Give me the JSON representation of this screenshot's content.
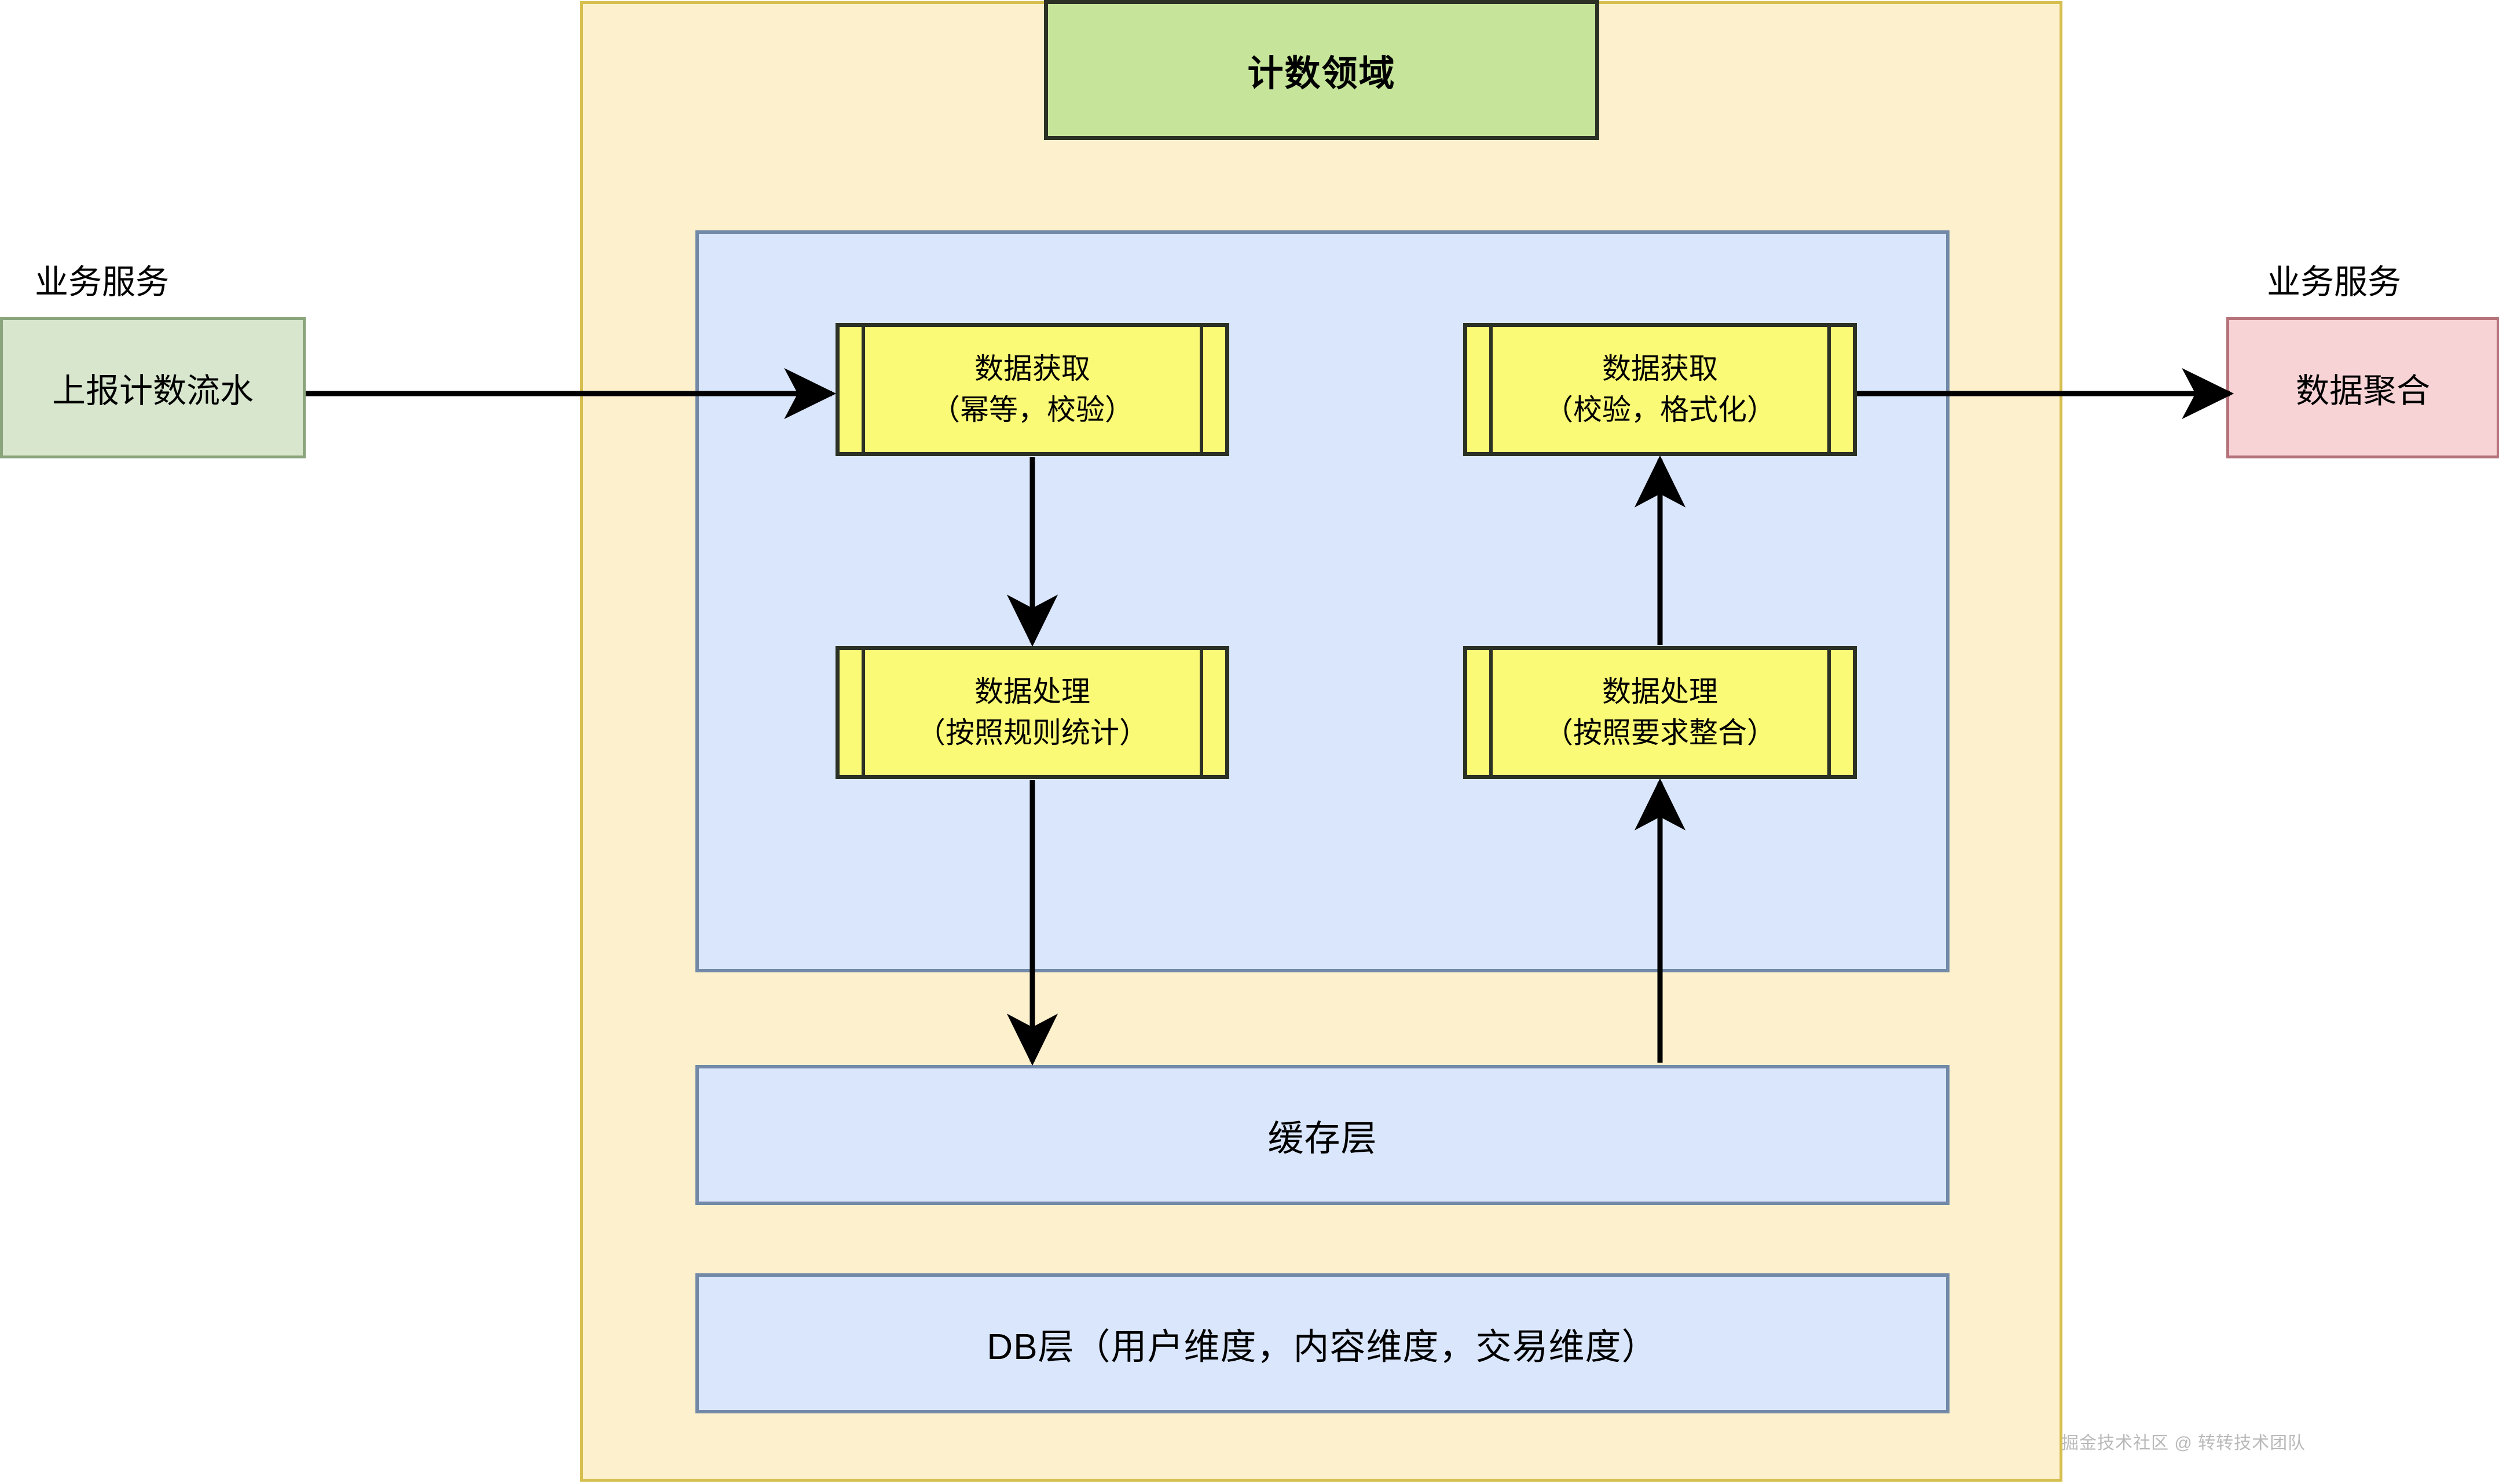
{
  "diagram": {
    "title": "计数领域",
    "watermark": "掘金技术社区 @ 转转技术团队"
  },
  "external": {
    "left": {
      "caption": "业务服务",
      "box_label": "上报计数流水",
      "box_fill": "#d7e6cd",
      "box_stroke": "#8aa47c"
    },
    "right": {
      "caption": "业务服务",
      "box_label": "数据聚合",
      "box_fill": "#f7d3d6",
      "box_stroke": "#b5727a"
    }
  },
  "domain": {
    "fill": "#fdf0cd",
    "stroke": "#d6bf4e",
    "title_fill": "#c6e59a",
    "title_stroke": "#2b3124"
  },
  "process_panel": {
    "fill": "#dae6fb",
    "stroke": "#7289a8",
    "nodes": [
      {
        "id": "write-fetch",
        "line1": "数据获取",
        "line2": "（幂等，校验）",
        "fill": "#fbfa76",
        "stroke": "#2b3124"
      },
      {
        "id": "write-process",
        "line1": "数据处理",
        "line2": "（按照规则统计）",
        "fill": "#fbfa76",
        "stroke": "#2b3124"
      },
      {
        "id": "read-fetch",
        "line1": "数据获取",
        "line2": "（校验，格式化）",
        "fill": "#fbfa76",
        "stroke": "#2b3124"
      },
      {
        "id": "read-process",
        "line1": "数据处理",
        "line2": "（按照要求整合）",
        "fill": "#fbfa76",
        "stroke": "#2b3124"
      }
    ]
  },
  "layers": [
    {
      "id": "cache",
      "label": "缓存层",
      "fill": "#dae6fb",
      "stroke": "#7289a8"
    },
    {
      "id": "db",
      "label": "DB层（用户维度，内容维度，交易维度）",
      "fill": "#dae6fb",
      "stroke": "#7289a8"
    }
  ],
  "flows": [
    {
      "from": "上报计数流水",
      "to": "数据获取（幂等，校验）",
      "direction": "right"
    },
    {
      "from": "数据获取（幂等，校验）",
      "to": "数据处理（按照规则统计）",
      "direction": "down"
    },
    {
      "from": "数据处理（按照规则统计）",
      "to": "缓存层",
      "direction": "down"
    },
    {
      "from": "缓存层",
      "to": "数据处理（按照要求整合）",
      "direction": "up"
    },
    {
      "from": "数据处理（按照要求整合）",
      "to": "数据获取（校验，格式化）",
      "direction": "up"
    },
    {
      "from": "数据获取（校验，格式化）",
      "to": "数据聚合",
      "direction": "right"
    }
  ]
}
